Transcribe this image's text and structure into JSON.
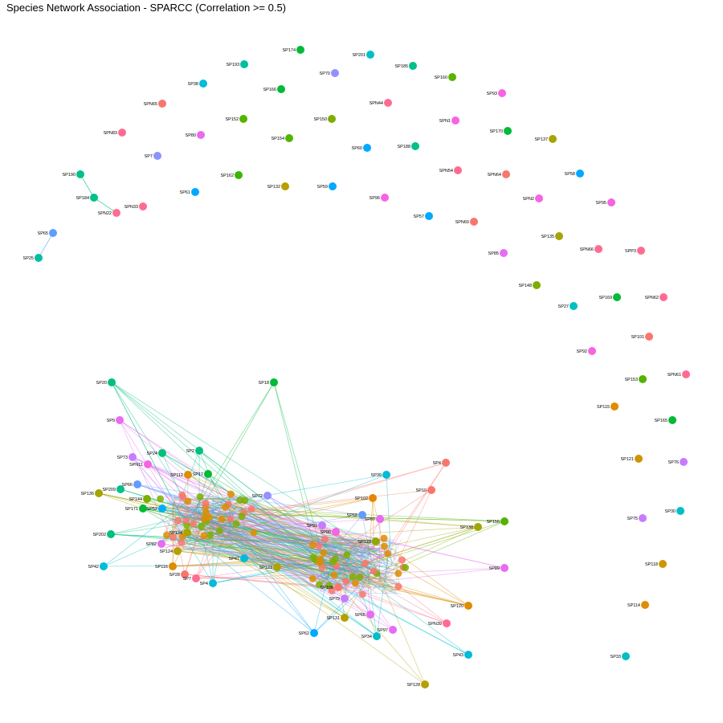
{
  "chart_data": {
    "type": "network",
    "title": "Species Network Association - SPARCC (Correlation >= 0.5)",
    "grid": false,
    "legend": "none",
    "nodes": [
      {
        "id": "SP174",
        "color": "#00BA38"
      },
      {
        "id": "SP201",
        "color": "#00BFC4"
      },
      {
        "id": "SP193",
        "color": "#00BFA0"
      },
      {
        "id": "SP185",
        "color": "#00C08B"
      },
      {
        "id": "SP70",
        "color": "#9590FF"
      },
      {
        "id": "SP160",
        "color": "#5BB300"
      },
      {
        "id": "SP38",
        "color": "#00BCD8"
      },
      {
        "id": "SP166",
        "color": "#00BA38"
      },
      {
        "id": "SP93",
        "color": "#F564E3"
      },
      {
        "id": "SPN65",
        "color": "#F8766D"
      },
      {
        "id": "SPN44",
        "color": "#FF6C91"
      },
      {
        "id": "SP152",
        "color": "#53B400"
      },
      {
        "id": "SP150",
        "color": "#7CAE00"
      },
      {
        "id": "SPN1",
        "color": "#F564E3"
      },
      {
        "id": "SP170",
        "color": "#00BA38"
      },
      {
        "id": "SPN83",
        "color": "#FF6C91"
      },
      {
        "id": "SP80",
        "color": "#E76BF3"
      },
      {
        "id": "SP154",
        "color": "#53B400"
      },
      {
        "id": "SP137",
        "color": "#A3A500"
      },
      {
        "id": "SP60",
        "color": "#00A9FF"
      },
      {
        "id": "SP188",
        "color": "#00C08B"
      },
      {
        "id": "SP7",
        "color": "#8B93FF"
      },
      {
        "id": "SP190",
        "color": "#00C08B"
      },
      {
        "id": "SP162",
        "color": "#39B600"
      },
      {
        "id": "SP132",
        "color": "#B79F00"
      },
      {
        "id": "SP59",
        "color": "#00A9FF"
      },
      {
        "id": "SPN54",
        "color": "#FF6C91"
      },
      {
        "id": "SPN64",
        "color": "#F8766D"
      },
      {
        "id": "SP58",
        "color": "#00A9FF"
      },
      {
        "id": "SP184",
        "color": "#00C08B"
      },
      {
        "id": "SPN33",
        "color": "#FF6C91"
      },
      {
        "id": "SP61",
        "color": "#00A9FF"
      },
      {
        "id": "SP96",
        "color": "#F564E3"
      },
      {
        "id": "SPN2",
        "color": "#F564E3"
      },
      {
        "id": "SP95",
        "color": "#F564E3"
      },
      {
        "id": "SPN22",
        "color": "#FF6C91"
      },
      {
        "id": "SP57",
        "color": "#00A9FF"
      },
      {
        "id": "SPN60",
        "color": "#F8766D"
      },
      {
        "id": "SP65",
        "color": "#619CFF"
      },
      {
        "id": "SP135",
        "color": "#A3A500"
      },
      {
        "id": "SP25",
        "color": "#00BFA0"
      },
      {
        "id": "SPN66",
        "color": "#FF6C91"
      },
      {
        "id": "SPP3",
        "color": "#FF6C91"
      },
      {
        "id": "SP85",
        "color": "#E76BF3"
      },
      {
        "id": "SP148",
        "color": "#7CAE00"
      },
      {
        "id": "SP169",
        "color": "#00BA38"
      },
      {
        "id": "SPN62",
        "color": "#FF6C91"
      },
      {
        "id": "SP27",
        "color": "#00BFC4"
      },
      {
        "id": "SP101",
        "color": "#F8766D"
      },
      {
        "id": "SP92",
        "color": "#F564E3"
      },
      {
        "id": "SP20",
        "color": "#00BF7D"
      },
      {
        "id": "SP18",
        "color": "#00BA38"
      },
      {
        "id": "SPN61",
        "color": "#FF6C91"
      },
      {
        "id": "SP153",
        "color": "#53B400"
      },
      {
        "id": "SP115",
        "color": "#DE8C00"
      },
      {
        "id": "SP9",
        "color": "#E76BF3"
      },
      {
        "id": "SP165",
        "color": "#00BA38"
      },
      {
        "id": "SP24",
        "color": "#00BF7D"
      },
      {
        "id": "SP2",
        "color": "#00BF7D"
      },
      {
        "id": "SP73",
        "color": "#C77CFF"
      },
      {
        "id": "SPN11",
        "color": "#F564E3"
      },
      {
        "id": "SP121",
        "color": "#CD9600"
      },
      {
        "id": "SP76",
        "color": "#C77CFF"
      },
      {
        "id": "SP4",
        "color": "#F8766D"
      },
      {
        "id": "SP39",
        "color": "#00BCD8"
      },
      {
        "id": "SP112",
        "color": "#DE8C00"
      },
      {
        "id": "SP17",
        "color": "#00BA38"
      },
      {
        "id": "SP10",
        "color": "#F8766D"
      },
      {
        "id": "SP66",
        "color": "#619CFF"
      },
      {
        "id": "SP209",
        "color": "#00C08B"
      },
      {
        "id": "SP136",
        "color": "#A3A500"
      },
      {
        "id": "SP72",
        "color": "#9590FF"
      },
      {
        "id": "SP102",
        "color": "#E58700"
      },
      {
        "id": "SP144",
        "color": "#7CAE00"
      },
      {
        "id": "SP171",
        "color": "#00BA38"
      },
      {
        "id": "SP52",
        "color": "#00B0F6"
      },
      {
        "id": "SP30",
        "color": "#00BFC4"
      },
      {
        "id": "SP68",
        "color": "#619CFF"
      },
      {
        "id": "SP87",
        "color": "#E76BF3"
      },
      {
        "id": "SP75",
        "color": "#C77CFF"
      },
      {
        "id": "SP156",
        "color": "#53B400"
      },
      {
        "id": "SP138",
        "color": "#A3A500"
      },
      {
        "id": "SP202",
        "color": "#00BF7D"
      },
      {
        "id": "SP90",
        "color": "#F564E3"
      },
      {
        "id": "SP91",
        "color": "#C77CFF"
      },
      {
        "id": "SP134",
        "color": "#A3A500"
      },
      {
        "id": "SP82",
        "color": "#E76BF3"
      },
      {
        "id": "SP122",
        "color": "#CD9600"
      },
      {
        "id": "SP124",
        "color": "#B79F00"
      },
      {
        "id": "SP118",
        "color": "#CD9600"
      },
      {
        "id": "SP89",
        "color": "#E76BF3"
      },
      {
        "id": "SP42",
        "color": "#00BCD8"
      },
      {
        "id": "SP116",
        "color": "#DE8C00"
      },
      {
        "id": "SP123",
        "color": "#B79F00"
      },
      {
        "id": "SP47",
        "color": "#00BCD8"
      },
      {
        "id": "SP28",
        "color": "#F8766D"
      },
      {
        "id": "SP7B",
        "color": "#FF6C91"
      },
      {
        "id": "SP4B",
        "color": "#00BCD8"
      },
      {
        "id": "SP108",
        "color": "#F8766D"
      },
      {
        "id": "SP79",
        "color": "#C77CFF"
      },
      {
        "id": "SP120",
        "color": "#DE8C00"
      },
      {
        "id": "SP114",
        "color": "#DE8C00"
      },
      {
        "id": "SP66B",
        "color": "#E76BF3"
      },
      {
        "id": "SPN39",
        "color": "#FF6C91"
      },
      {
        "id": "SP131",
        "color": "#B79F00"
      },
      {
        "id": "SP97",
        "color": "#E76BF3"
      },
      {
        "id": "SP62",
        "color": "#00A9FF"
      },
      {
        "id": "SP34",
        "color": "#00BFC4"
      },
      {
        "id": "SP43",
        "color": "#00BCD8"
      },
      {
        "id": "SP33",
        "color": "#00BFC4"
      },
      {
        "id": "SP128",
        "color": "#B79F00"
      }
    ],
    "edges": [
      [
        "SP190",
        "SP184"
      ],
      [
        "SP184",
        "SPN22"
      ],
      [
        "SP65",
        "SP25"
      ]
    ]
  }
}
